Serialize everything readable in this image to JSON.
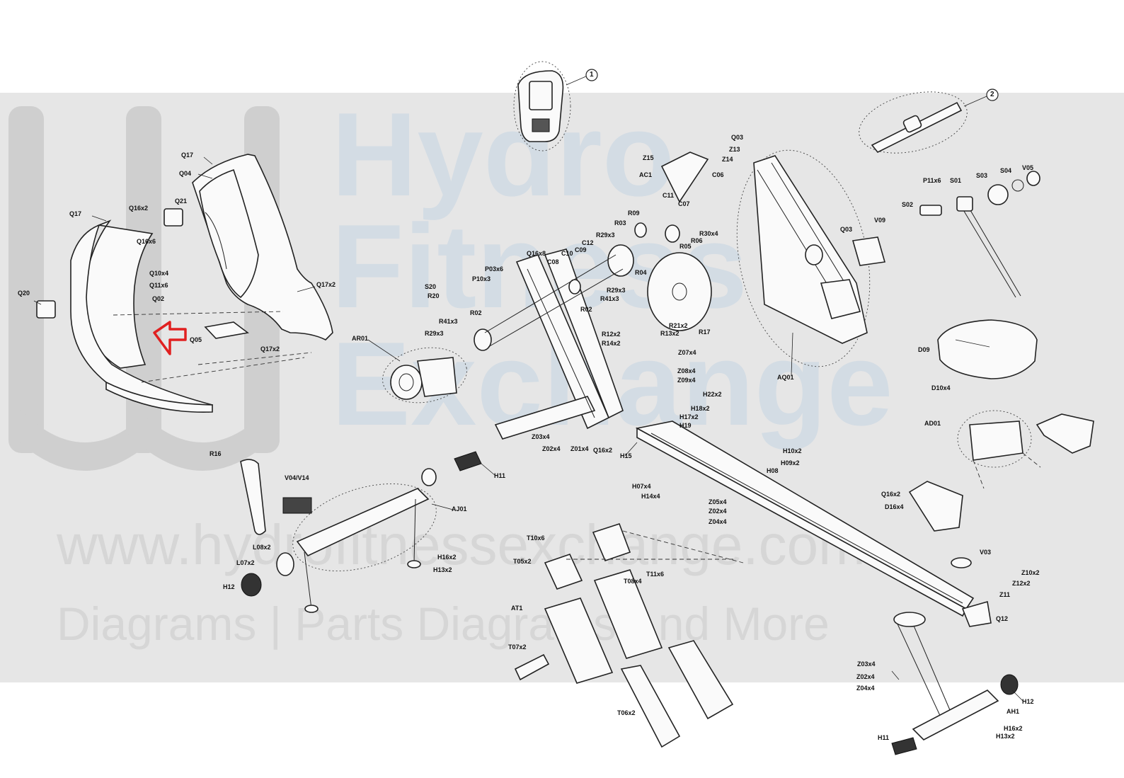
{
  "watermark": {
    "big_lines": [
      "Hydro",
      "Fitness",
      "Exchange"
    ],
    "url": "www.hydrofitnessexchange.com",
    "tagline": "Diagrams | Parts Diagrams And More"
  },
  "callouts": {
    "c1": "1",
    "c2": "2"
  },
  "labels": {
    "q17_top": "Q17",
    "q04": "Q04",
    "q16x2_a": "Q16x2",
    "q21": "Q21",
    "q17_left": "Q17",
    "q16x6": "Q16x6",
    "q10x4": "Q10x4",
    "q11x6": "Q11x6",
    "q17x2_a": "Q17x2",
    "q20": "Q20",
    "q02": "Q02",
    "q05": "Q05",
    "q17x2_b": "Q17x2",
    "r16": "R16",
    "v04v14": "V04/V14",
    "l08x2": "L08x2",
    "l07x2": "L07x2",
    "h12_a": "H12",
    "aj01": "AJ01",
    "h16x2_a": "H16x2",
    "h13x2_a": "H13x2",
    "h11_a": "H11",
    "ar01": "AR01",
    "s20": "S20",
    "r20": "R20",
    "r41x3": "R41x3",
    "r29x3": "R29x3",
    "r02_a": "R02",
    "p10x3": "P10x3",
    "p03x6": "P03x6",
    "q16x8": "Q16x8",
    "c10": "C10",
    "c09": "C09",
    "c12": "C12",
    "c08": "C08",
    "r29x3_b": "R29x3",
    "r03": "R03",
    "r04": "R04",
    "r29x3_c": "R29x3",
    "r41x3_b": "R41x3",
    "r02_b": "R02",
    "r12x2": "R12x2",
    "r14x2": "R14x2",
    "r13x2": "R13x2",
    "r21x2": "R21x2",
    "r17": "R17",
    "z03x4_a": "Z03x4",
    "z02x4_a": "Z02x4",
    "z01x4": "Z01x4",
    "q16x2_b": "Q16x2",
    "h15": "H15",
    "z15": "Z15",
    "ac1": "AC1",
    "z13": "Z13",
    "z14": "Z14",
    "q03_top": "Q03",
    "c06": "C06",
    "c11": "C11",
    "r09": "R09",
    "c07": "C07",
    "r30x4": "R30x4",
    "r05": "R05",
    "r06": "R06",
    "z07x4": "Z07x4",
    "z08x4": "Z08x4",
    "z09x4": "Z09x4",
    "h22x2": "H22x2",
    "h18x2": "H18x2",
    "h17x2": "H17x2",
    "h19": "H19",
    "q03_mid": "Q03",
    "v09": "V09",
    "aq01": "AQ01",
    "p11x6": "P11x6",
    "s01": "S01",
    "s02": "S02",
    "s03": "S03",
    "s04": "S04",
    "v05": "V05",
    "d09": "D09",
    "d10x4_a": "D10x4",
    "ad01": "AD01",
    "q16x2_c": "Q16x2",
    "d16x4": "D16x4",
    "h10x2": "H10x2",
    "h09x2": "H09x2",
    "h08": "H08",
    "h07x4": "H07x4",
    "h14x4": "H14x4",
    "z05x4": "Z05x4",
    "z02x4_b": "Z02x4",
    "z04x4_a": "Z04x4",
    "t10x6": "T10x6",
    "t05x2": "T05x2",
    "t08x4": "T08x4",
    "t11x6": "T11x6",
    "at1": "AT1",
    "t07x2": "T07x2",
    "t06x2": "T06x2",
    "v03": "V03",
    "z10x2": "Z10x2",
    "z12x2": "Z12x2",
    "z11": "Z11",
    "q12": "Q12",
    "z03x4_b": "Z03x4",
    "z02x4_c": "Z02x4",
    "z04x4_b": "Z04x4",
    "h12_b": "H12",
    "ah1": "AH1",
    "h16x2_b": "H16x2",
    "h13x2_b": "H13x2",
    "h11_b": "H11"
  }
}
